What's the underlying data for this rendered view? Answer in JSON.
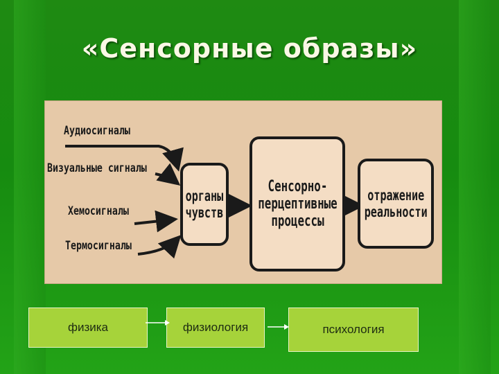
{
  "title": "«Сенсорные образы»",
  "diagram": {
    "signals": [
      "Аудиосигналы",
      "Визуальные сигналы",
      "Хемосигналы",
      "Термосигналы"
    ],
    "organs": [
      "органы",
      "чувств"
    ],
    "processes": [
      "Сенсорно-",
      "перцептивные",
      "процессы"
    ],
    "reflection": [
      "отражение",
      "реальности"
    ]
  },
  "sciences": [
    "физика",
    "физиология",
    "психология"
  ],
  "colors": {
    "background": "#1f8a12",
    "panel": "#e6c9a8",
    "box_fill": "#f4ddc4",
    "science_box": "#a6d33a",
    "title": "#fbf8e6"
  }
}
